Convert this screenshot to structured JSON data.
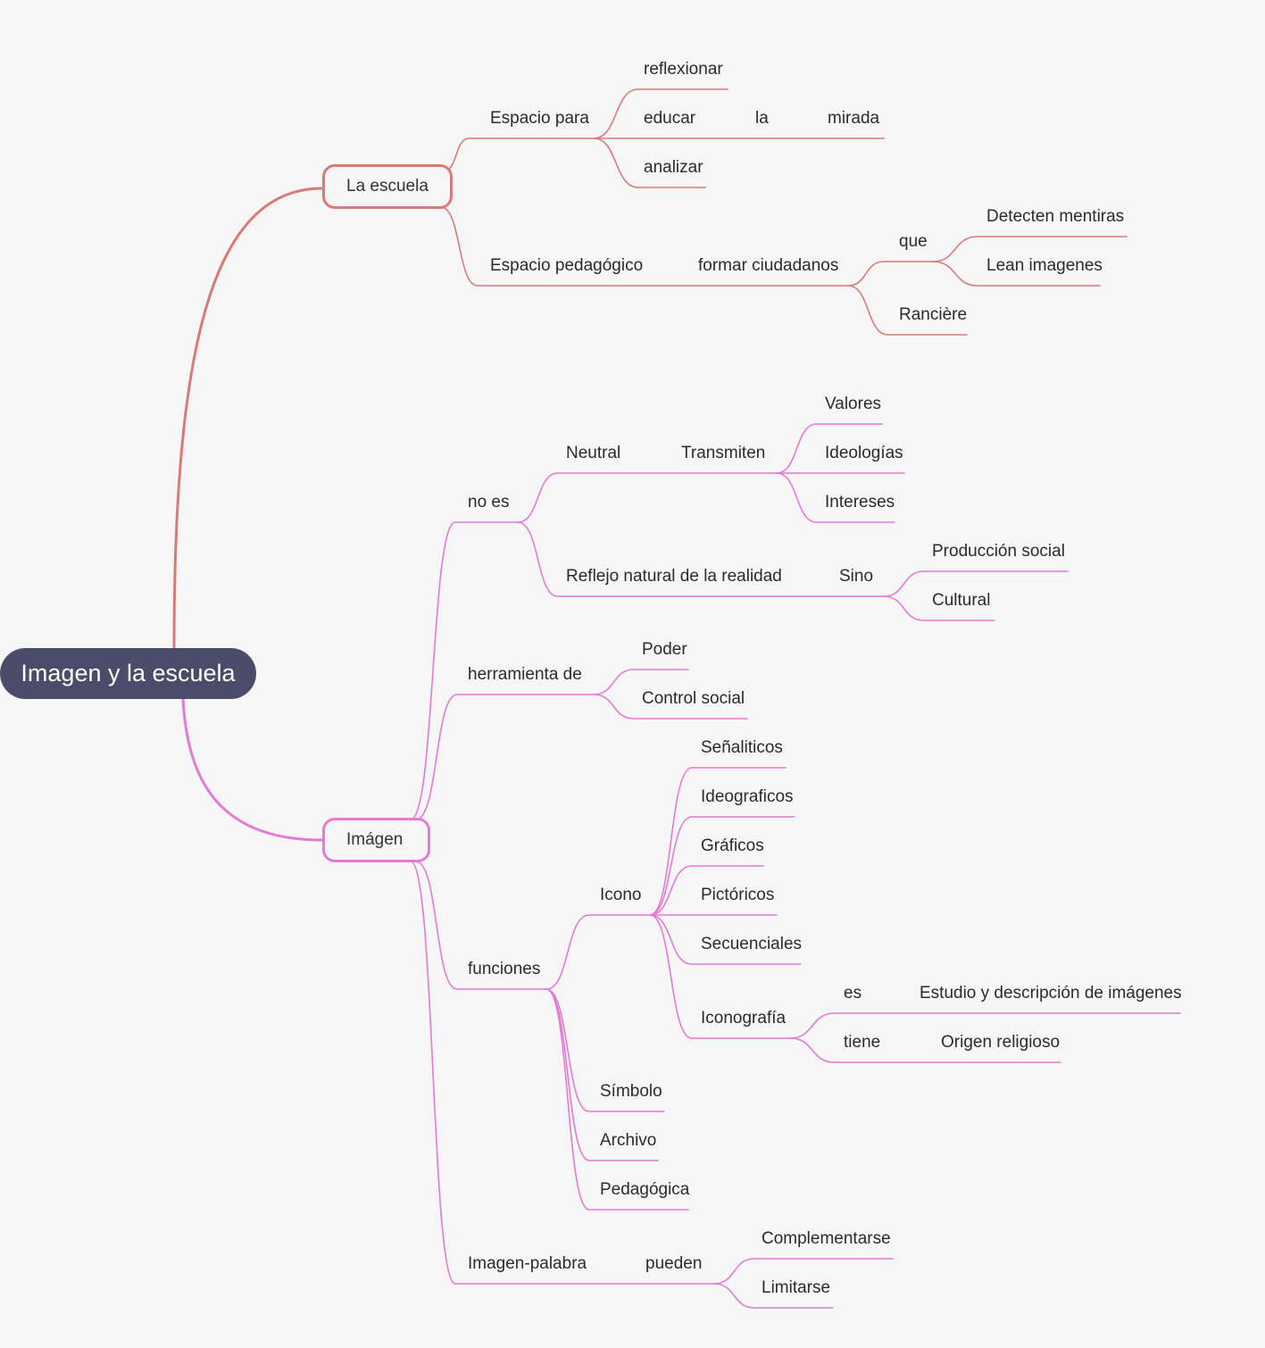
{
  "root": {
    "label": "Imagen y la escuela"
  },
  "branches": {
    "escuela": {
      "label": "La escuela",
      "color": "#d97a7a",
      "espacio_para": {
        "label": "Espacio para",
        "reflexionar": "reflexionar",
        "educar": "educar",
        "la": "la",
        "mirada": "mirada",
        "analizar": "analizar"
      },
      "espacio_pedagogico": {
        "label": "Espacio pedagógico",
        "formar": "formar ciudadanos",
        "que": "que",
        "detecten": "Detecten mentiras",
        "lean": "Lean imagenes",
        "ranciere": "Rancière"
      }
    },
    "imagen": {
      "label": "Imágen",
      "color": "#e27ad6",
      "no_es": {
        "label": "no es",
        "neutral": "Neutral",
        "transmiten": "Transmiten",
        "valores": "Valores",
        "ideologias": "Ideologías",
        "intereses": "Intereses",
        "reflejo": "Reflejo natural de la realidad",
        "sino": "Sino",
        "produccion": "Producción social",
        "cultural": "Cultural"
      },
      "herramienta": {
        "label": "herramienta de",
        "poder": "Poder",
        "control": "Control social"
      },
      "funciones": {
        "label": "funciones",
        "icono": {
          "label": "Icono",
          "senaliticos": "Señaliticos",
          "ideograficos": "Ideograficos",
          "graficos": "Gráficos",
          "pictoricos": "Pictóricos",
          "secuenciales": "Secuenciales",
          "iconografia": "Iconografía",
          "es": "es",
          "estudio": "Estudio y descripción de imágenes",
          "tiene": "tiene",
          "origen": "Origen religioso"
        },
        "simbolo": "Símbolo",
        "archivo": "Archivo",
        "pedagogica": "Pedagógica"
      },
      "imagen_palabra": {
        "label": "Imagen-palabra",
        "pueden": "pueden",
        "complementarse": "Complementarse",
        "limitarse": "Limitarse"
      }
    }
  }
}
